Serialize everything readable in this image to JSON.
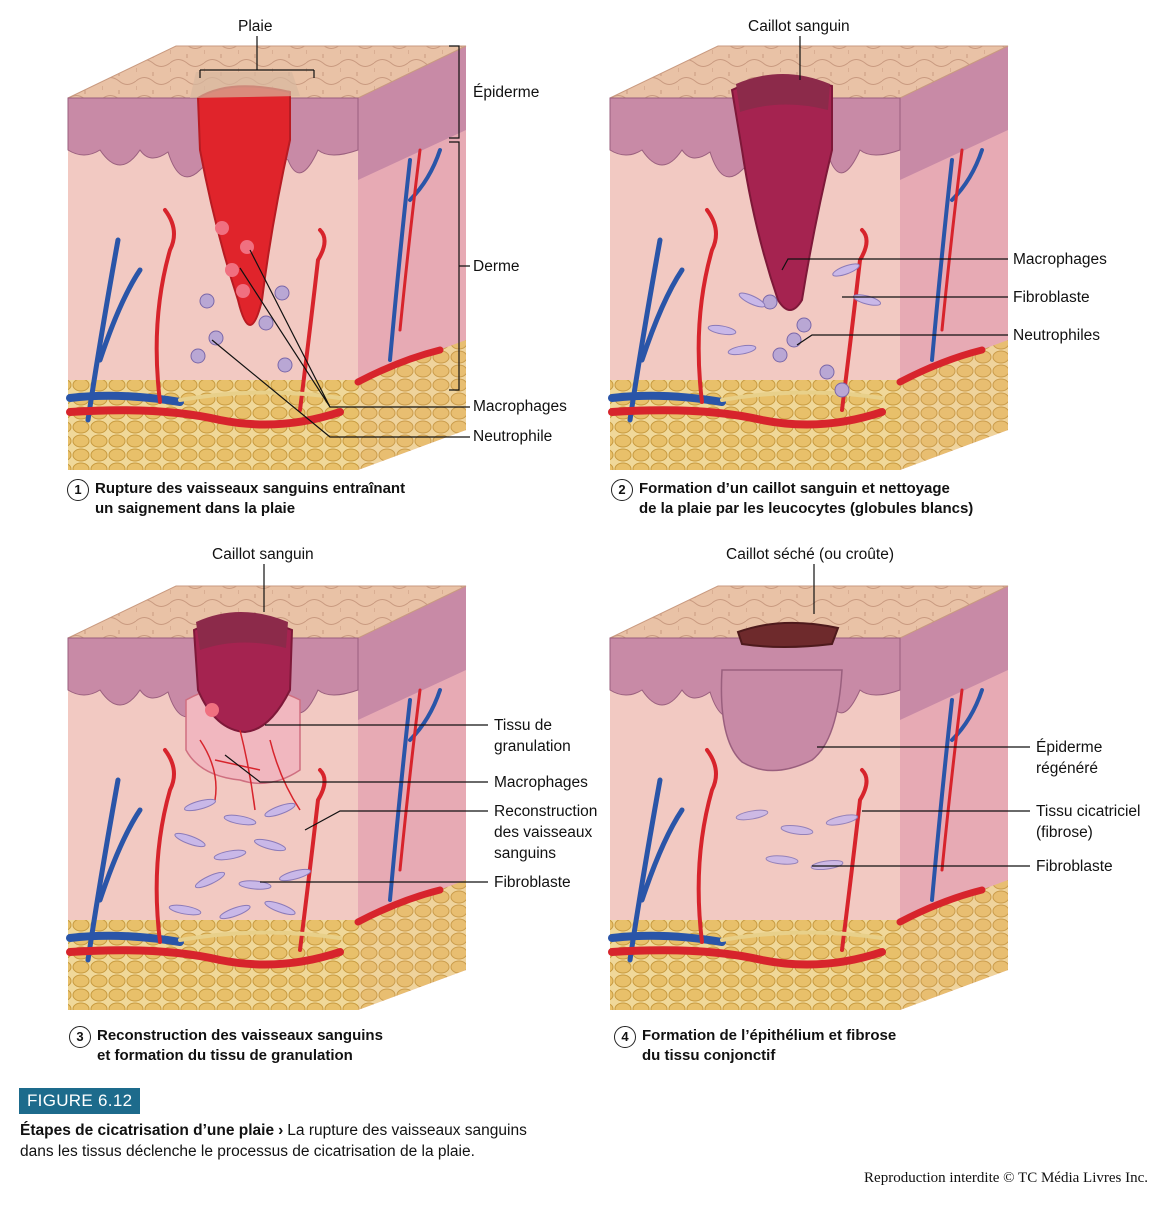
{
  "panels": [
    {
      "number": "1",
      "caption_line1": "Rupture des vaisseaux sanguins entraînant",
      "caption_line2": "un saignement dans la plaie",
      "top_label": "Plaie",
      "stage": "bleeding",
      "side_labels": [
        "Épiderme",
        "Derme",
        "Macrophages",
        "Neutrophile"
      ]
    },
    {
      "number": "2",
      "caption_line1": "Formation d’un caillot sanguin et nettoyage",
      "caption_line2": "de la plaie par les leucocytes (globules blancs)",
      "top_label": "Caillot sanguin",
      "stage": "clot",
      "side_labels": [
        "Macrophages",
        "Fibroblaste",
        "Neutrophiles"
      ]
    },
    {
      "number": "3",
      "caption_line1": "Reconstruction des vaisseaux sanguins",
      "caption_line2": "et formation du tissu de granulation",
      "top_label": "Caillot sanguin",
      "stage": "granulation",
      "side_labels": [
        "Tissu de",
        "granulation",
        "Macrophages",
        "Reconstruction",
        "des vaisseaux",
        "sanguins",
        "Fibroblaste"
      ]
    },
    {
      "number": "4",
      "caption_line1": "Formation de l’épithélium et fibrose",
      "caption_line2": "du tissu conjonctif",
      "top_label": "Caillot séché (ou croûte)",
      "stage": "scab",
      "side_labels": [
        "Épiderme",
        "régénéré",
        "Tissu cicatriciel",
        "(fibrose)",
        "Fibroblaste"
      ]
    }
  ],
  "figure": {
    "badge": "FIGURE 6.12",
    "title_bold": "Étapes de cicatrisation d’une plaie",
    "arrow": "›",
    "title_rest_line1": "La rupture des vaisseaux sanguins",
    "title_rest_line2": "dans les tissus déclenche le processus de cicatrisation de la plaie.",
    "copyright": "Reproduction interdite © TC Média Livres Inc."
  },
  "colors": {
    "skin_top": "#e9c2a6",
    "epidermis": "#c88aa6",
    "dermis": "#f2c9c2",
    "side_face": "#e7aab4",
    "artery": "#d7242c",
    "vein": "#2a55a8",
    "fat": "#e8c06a",
    "blood": "#e0242b",
    "clot": "#a52350",
    "scab": "#6e2a2c",
    "badge": "#1d6b8c"
  }
}
